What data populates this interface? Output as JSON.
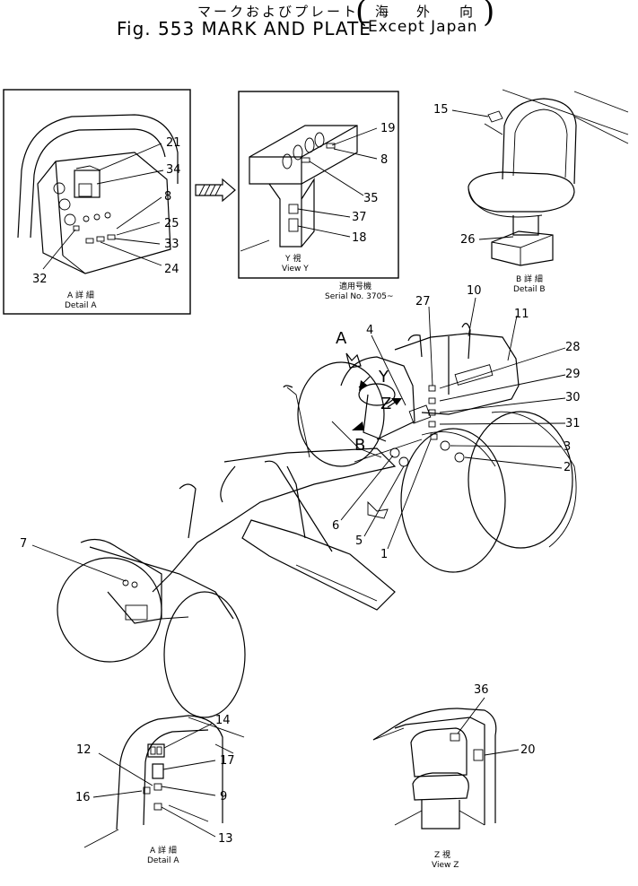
{
  "header": {
    "title_jp": "マークおよびプレート",
    "paren_jp_1": "海",
    "paren_jp_2": "外",
    "paren_jp_3": "向",
    "fig_label": "Fig. 553 MARK AND PLATE",
    "paren_en": "Except Japan"
  },
  "detail_a_top": {
    "caption_jp": "A 詳 細",
    "caption_en": "Detail A",
    "callouts": [
      "21",
      "34",
      "8",
      "25",
      "33",
      "24",
      "32"
    ]
  },
  "view_y": {
    "caption_jp": "Y 視",
    "caption_en": "View Y",
    "serial_jp": "適用号機",
    "serial_en": "Serial No. 3705~",
    "callouts": [
      "19",
      "8",
      "35",
      "37",
      "18"
    ]
  },
  "detail_b": {
    "caption_jp": "B 詳 細",
    "caption_en": "Detail B",
    "callouts": [
      "15",
      "26"
    ]
  },
  "main_view": {
    "arrow_labels": [
      "A",
      "Y",
      "Z",
      "B"
    ],
    "callouts": [
      "27",
      "10",
      "11",
      "4",
      "28",
      "29",
      "30",
      "31",
      "3",
      "2",
      "6",
      "5",
      "1",
      "7"
    ]
  },
  "detail_a_bottom": {
    "caption_jp": "A 詳 細",
    "caption_en": "Detail A",
    "callouts": [
      "14",
      "12",
      "17",
      "16",
      "9",
      "13"
    ]
  },
  "view_z": {
    "caption_jp": "Z 視",
    "caption_en": "View Z",
    "callouts": [
      "36",
      "20"
    ]
  }
}
